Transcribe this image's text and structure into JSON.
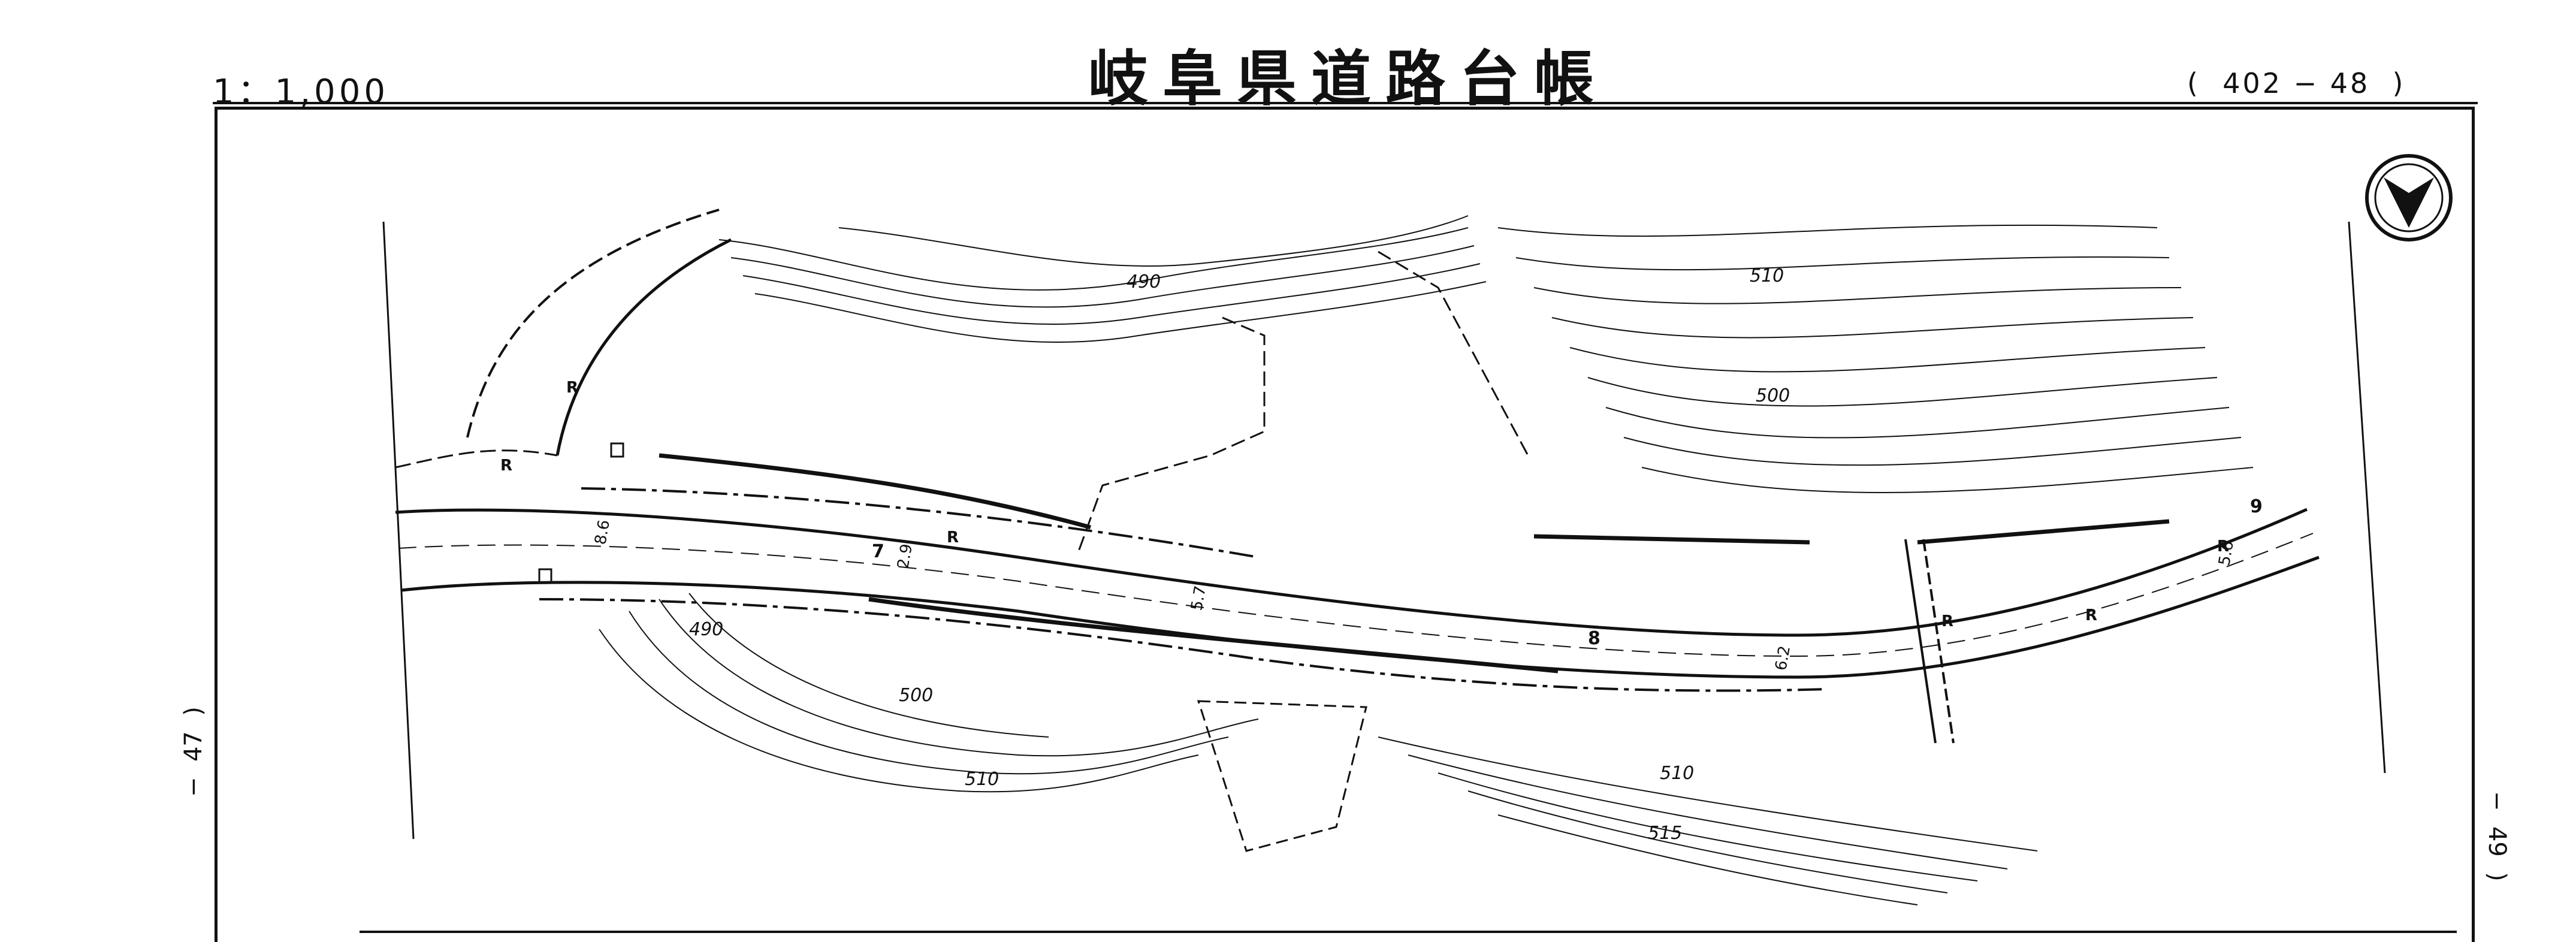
{
  "header": {
    "title": "岐阜県道路台帳",
    "scale": "1：1,000",
    "sheet_number": "(  402 − 48  )"
  },
  "side_labels": {
    "left": "−  47  )",
    "right": "−  49  )"
  },
  "map": {
    "north_arrow": "north-arrow",
    "contour_labels": [
      "490",
      "510",
      "500",
      "490",
      "500",
      "510",
      "510",
      "515"
    ],
    "road_labels": [
      "R",
      "R",
      "R",
      "R",
      "R",
      "R"
    ],
    "km_markers": [
      "7",
      "8",
      "9"
    ],
    "width_labels": [
      "8.6",
      "2.9",
      "5.7",
      "6.2",
      "5.6"
    ]
  }
}
